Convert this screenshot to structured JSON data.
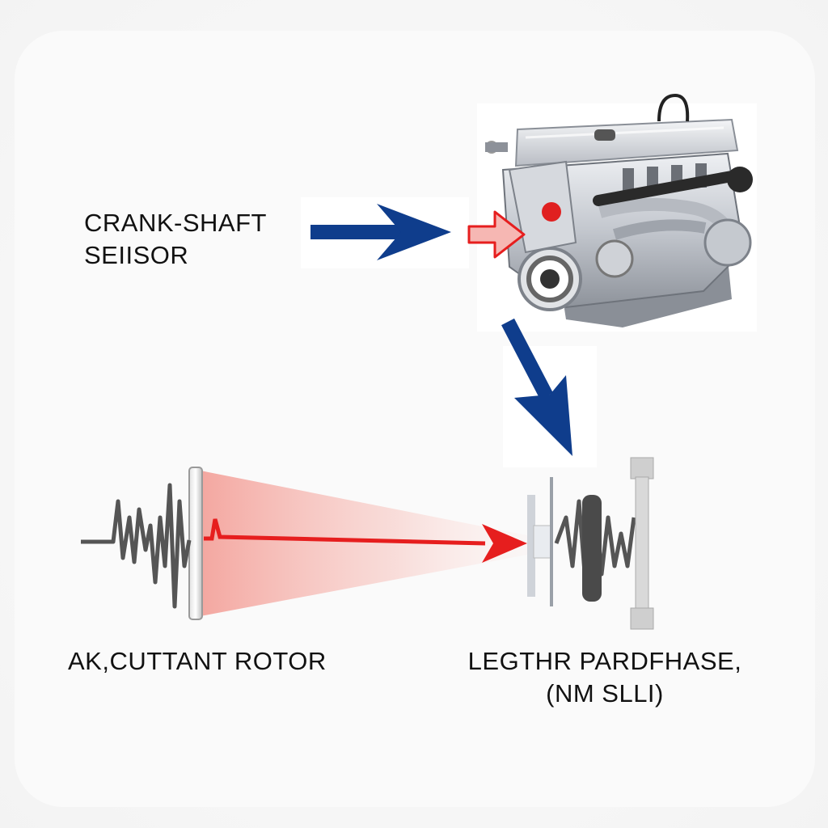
{
  "labels": {
    "crankshaft_sensor": [
      "CRANK-SHAFT",
      "SEIISOR"
    ],
    "rotor": "AK,CUTTANT ROTOR",
    "phase": [
      "LEGTHR PARDFHASE,",
      "(NM SLLI)"
    ]
  },
  "colors": {
    "arrow_blue": "#0f3d8c",
    "arrow_red": "#e61e1e",
    "beam_red": "#f08a80",
    "engine_silver": "#c9ccd2",
    "wave_gray": "#555555",
    "text": "#111111"
  },
  "icons": {
    "engine": "engine-block-icon",
    "arrow_right": "blue-arrow-right-icon",
    "arrow_down": "blue-arrow-down-icon",
    "sensor_arrow": "red-sensor-arrow-icon"
  }
}
